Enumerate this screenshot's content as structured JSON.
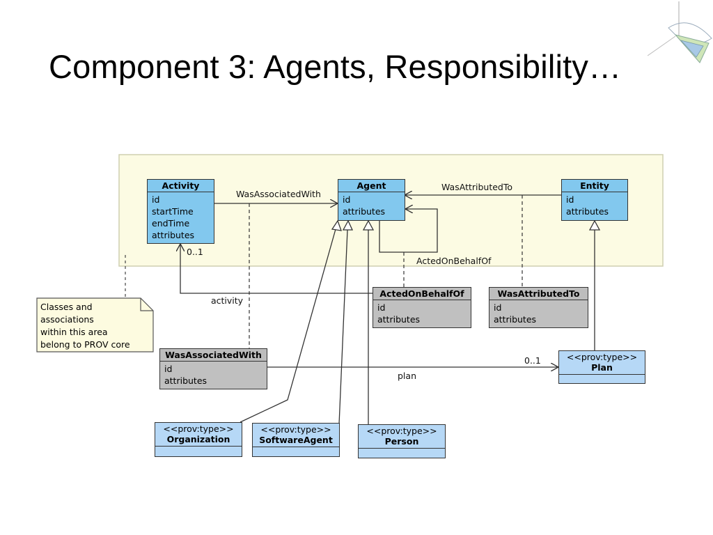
{
  "slide": {
    "title": "Component 3: Agents, Responsibility…"
  },
  "classes": {
    "activity": {
      "name": "Activity",
      "attrs": [
        "id",
        "startTime",
        "endTime",
        "attributes"
      ]
    },
    "agent": {
      "name": "Agent",
      "attrs": [
        "id",
        "attributes"
      ]
    },
    "entity": {
      "name": "Entity",
      "attrs": [
        "id",
        "attributes"
      ]
    },
    "acted_on_behalf_of": {
      "name": "ActedOnBehalfOf",
      "attrs": [
        "id",
        "attributes"
      ]
    },
    "was_attributed_to": {
      "name": "WasAttributedTo",
      "attrs": [
        "id",
        "attributes"
      ]
    },
    "was_associated_with": {
      "name": "WasAssociatedWith",
      "attrs": [
        "id",
        "attributes"
      ]
    },
    "plan": {
      "stereotype": "<<prov:type>>",
      "name": "Plan"
    },
    "organization": {
      "stereotype": "<<prov:type>>",
      "name": "Organization"
    },
    "software_agent": {
      "stereotype": "<<prov:type>>",
      "name": "SoftwareAgent"
    },
    "person": {
      "stereotype": "<<prov:type>>",
      "name": "Person"
    }
  },
  "associations": {
    "was_associated_with": "WasAssociatedWith",
    "was_attributed_to": "WasAttributedTo",
    "acted_on_behalf_of": "ActedOnBehalfOf",
    "activity_role": "activity",
    "activity_multiplicity": "0..1",
    "plan_role": "plan",
    "plan_multiplicity": "0..1"
  },
  "note": {
    "lines": [
      "Classes and",
      "associations",
      "within this area",
      "belong to PROV core"
    ]
  },
  "colors": {
    "core_area": "#fcfbe3",
    "class_fill": "#82c8ee",
    "assoc_fill": "#c0c0c0",
    "type_fill": "#b6d8f6"
  }
}
